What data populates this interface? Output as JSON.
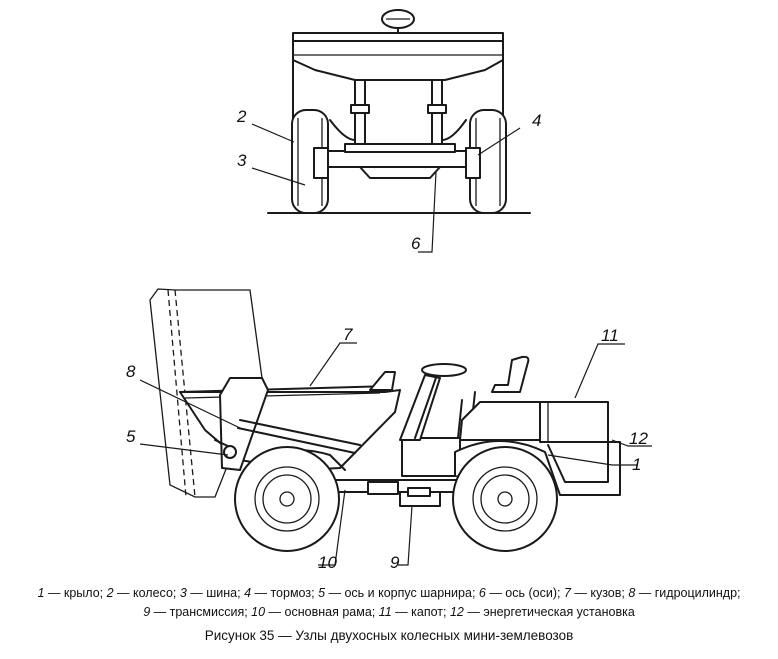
{
  "callouts": {
    "c1": "1",
    "c2": "2",
    "c3": "3",
    "c4": "4",
    "c5": "5",
    "c6": "6",
    "c7": "7",
    "c8": "8",
    "c9": "9",
    "c10": "10",
    "c11": "11",
    "c12": "12"
  },
  "legend": [
    {
      "num": "1",
      "text": " — крыло; "
    },
    {
      "num": "2",
      "text": " — колесо; "
    },
    {
      "num": "3",
      "text": " — шина; "
    },
    {
      "num": "4",
      "text": " — тормоз; "
    },
    {
      "num": "5",
      "text": " — ось и корпус шарнира; "
    },
    {
      "num": "6",
      "text": " — ось (оси); "
    },
    {
      "num": "7",
      "text": " — кузов; "
    },
    {
      "num": "8",
      "text": " — гидроцилиндр; "
    },
    {
      "num": "9",
      "text": " — трансмиссия; "
    },
    {
      "num": "10",
      "text": " — основная рама; "
    },
    {
      "num": "11",
      "text": " — капот; "
    },
    {
      "num": "12",
      "text": " — энергетическая установка"
    }
  ],
  "caption": "Рисунок 35 — Узлы двухосных колесных мини-землевозов"
}
